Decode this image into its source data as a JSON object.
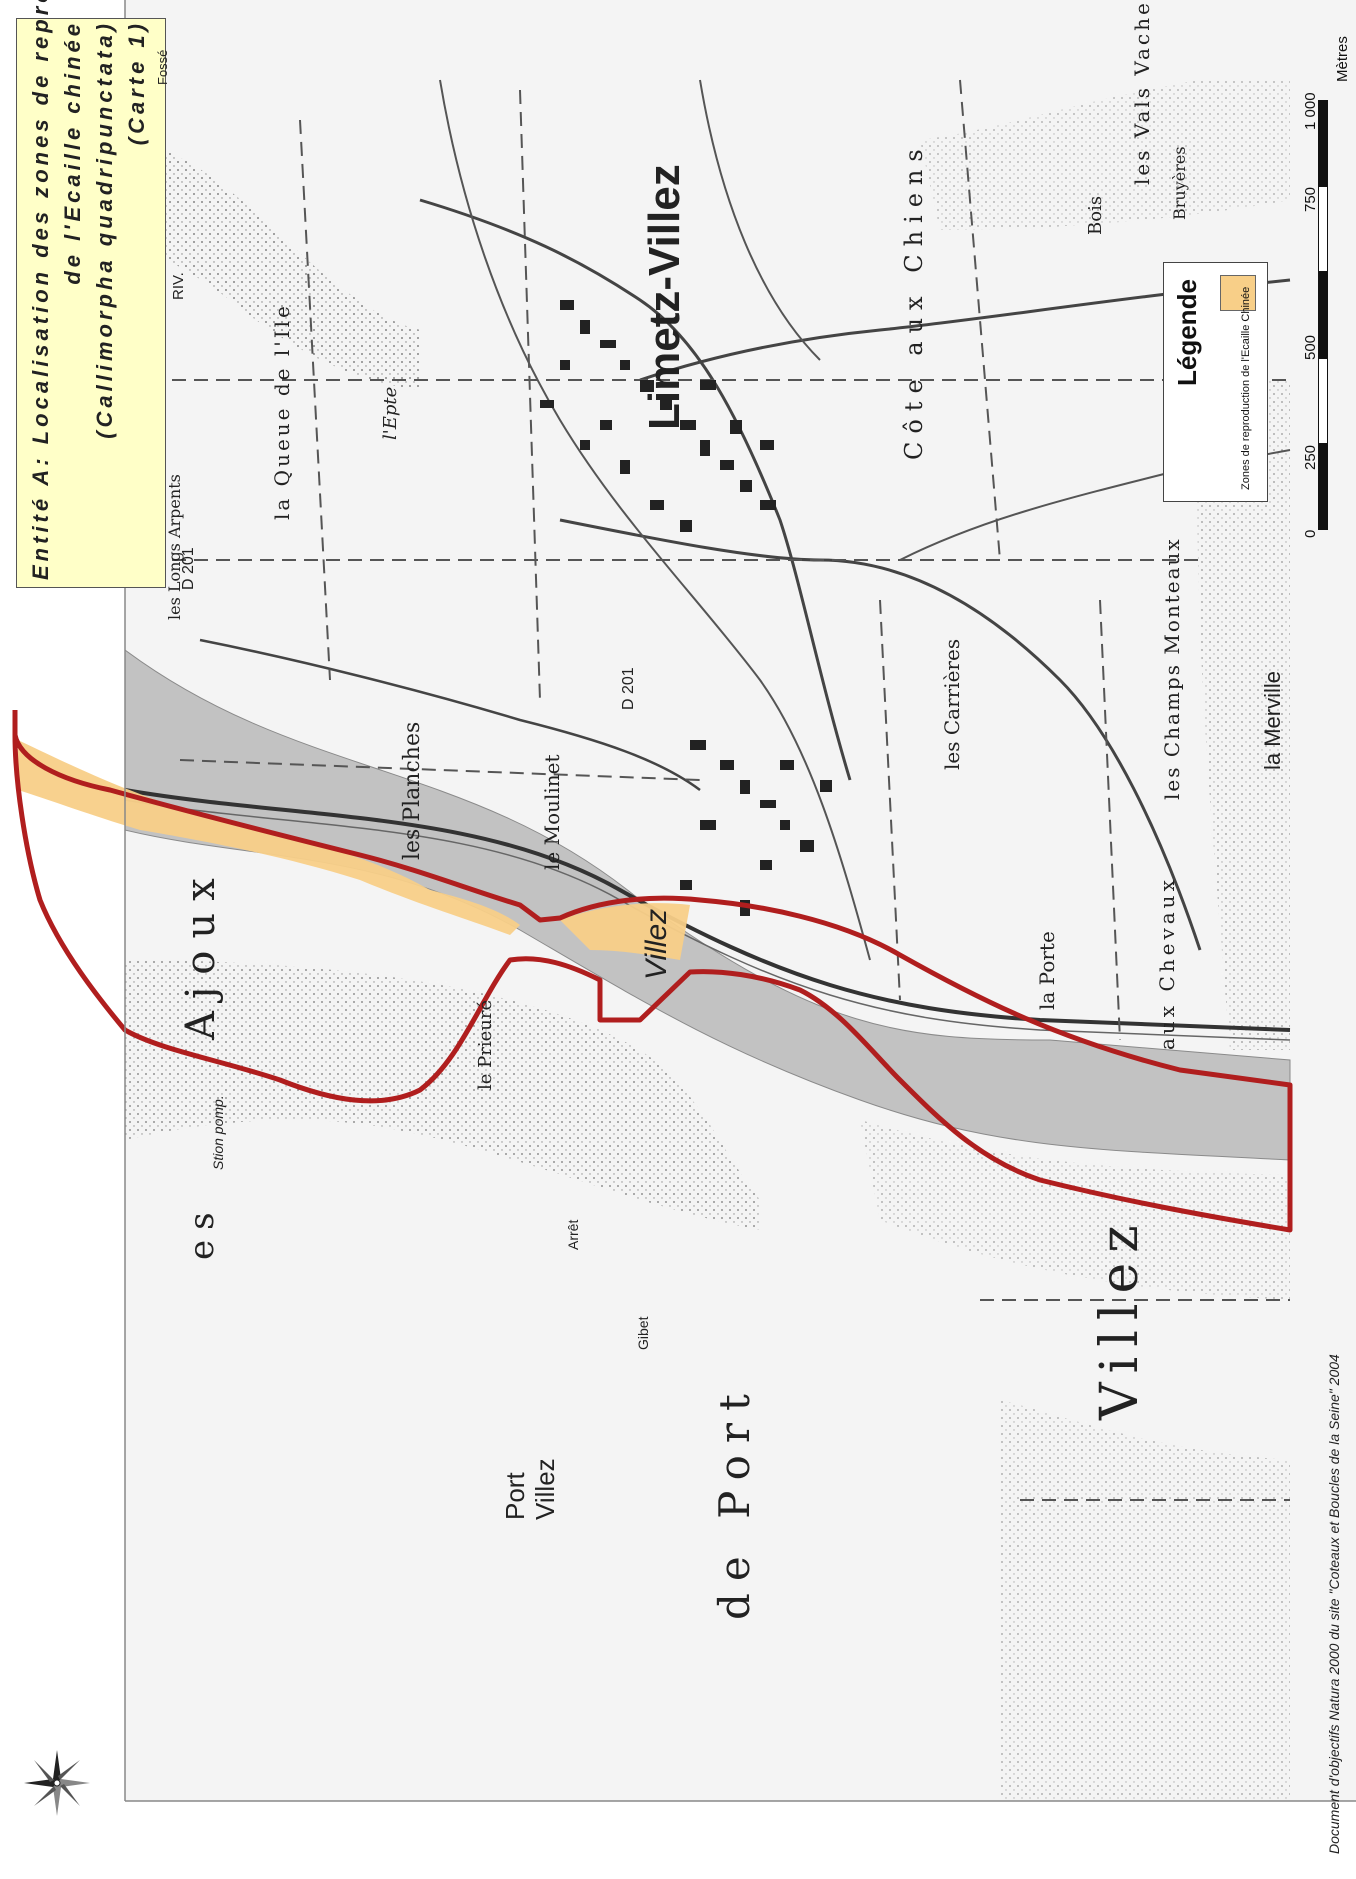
{
  "title": {
    "line1": "Entité A: Localisation des zones de reproduction",
    "line2": "de l'Ecaille chinée",
    "line3": "(Callimorpha quadripunctata)",
    "line4": "(Carte 1)"
  },
  "legend": {
    "heading": "Légende",
    "item_label": "Zones de reproduction de l'Ecaille Chinée",
    "item_color": "#f8cf88"
  },
  "scale_bar": {
    "ticks": [
      "0",
      "250",
      "500",
      "750",
      "1 000"
    ],
    "unit": "Mètres"
  },
  "credit": "Document d'objectifs Natura 2000 du site \"Coteaux et Boucles de la Seine\" 2004",
  "colors": {
    "title_box": "#ffffc8",
    "site_boundary": "#b01e1e",
    "river": "#bdbdbd"
  },
  "place_names": {
    "limetz_villez": "Limetz-Villez",
    "villez": "Villez",
    "port_villez_a": "Port",
    "port_villez_b": "Villez",
    "villez_large": "Villez",
    "de_port": "de Port",
    "ajoux": "Ajoux",
    "es": "es",
    "les_planches": "les Planches",
    "le_moulinet": "le Moulinet",
    "le_prieuré": "le Prieuré",
    "cote_aux_chiens": "Côte aux Chiens",
    "les_carrieres": "les Carrières",
    "les_champs_monteaux": "les Champs Monteaux",
    "aux_chevaux": "aux Chevaux",
    "la_porte": "la Porte",
    "la_merville": "la Merville",
    "les_vals_vacher": "les Vals Vacher",
    "bois": "Bois",
    "bruyeres": "Bruyères",
    "la_queue_de_lile": "la Queue de l'Ile",
    "epte": "l'Epte",
    "d201_a": "D 201",
    "d201_b": "D 201",
    "arret": "Arrêt",
    "station_pomp": "Stion pomp.",
    "gibet": "Gibet",
    "fosse": "Fossé",
    "riv": "RIV.",
    "les_longs_arpents": "les Longs Arpents"
  }
}
